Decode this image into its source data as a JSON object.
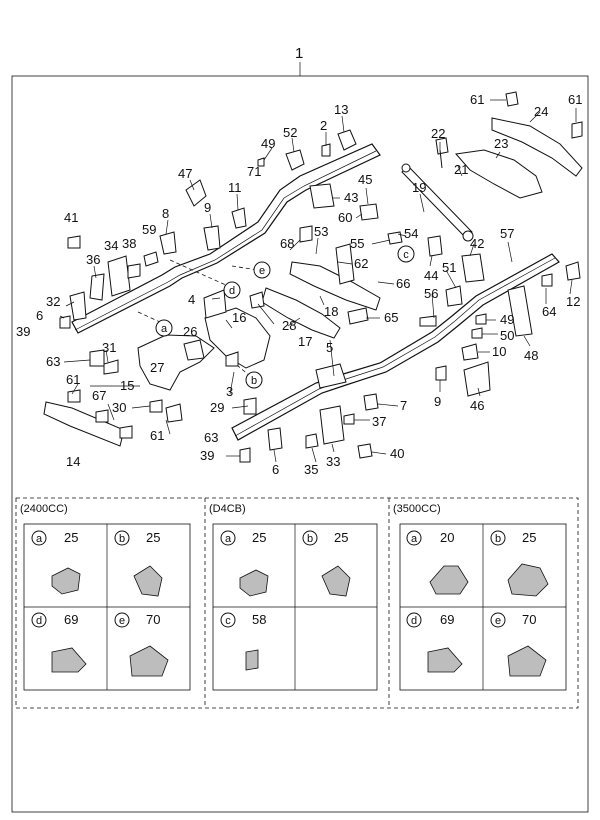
{
  "diagram": {
    "assembly_number": "1",
    "callouts": [
      {
        "id": "c1",
        "label": "13"
      },
      {
        "id": "c2",
        "label": "2"
      },
      {
        "id": "c3",
        "label": "52"
      },
      {
        "id": "c4",
        "label": "49"
      },
      {
        "id": "c5",
        "label": "71"
      },
      {
        "id": "c6",
        "label": "11"
      },
      {
        "id": "c7",
        "label": "47"
      },
      {
        "id": "c8",
        "label": "9"
      },
      {
        "id": "c9",
        "label": "8"
      },
      {
        "id": "c10",
        "label": "41"
      },
      {
        "id": "c11",
        "label": "59"
      },
      {
        "id": "c12",
        "label": "34"
      },
      {
        "id": "c13",
        "label": "38"
      },
      {
        "id": "c14",
        "label": "36"
      },
      {
        "id": "c15",
        "label": "32"
      },
      {
        "id": "c16",
        "label": "6"
      },
      {
        "id": "c17",
        "label": "39"
      },
      {
        "id": "c18",
        "label": "63"
      },
      {
        "id": "c19",
        "label": "31"
      },
      {
        "id": "c20",
        "label": "27"
      },
      {
        "id": "c21",
        "label": "26"
      },
      {
        "id": "c22",
        "label": "4"
      },
      {
        "id": "c23",
        "label": "16"
      },
      {
        "id": "c24",
        "label": "28"
      },
      {
        "id": "c25",
        "label": "15"
      },
      {
        "id": "c26",
        "label": "61"
      },
      {
        "id": "c27",
        "label": "67"
      },
      {
        "id": "c28",
        "label": "30"
      },
      {
        "id": "c29",
        "label": "61"
      },
      {
        "id": "c30",
        "label": "63"
      },
      {
        "id": "c31",
        "label": "14"
      },
      {
        "id": "c32",
        "label": "3"
      },
      {
        "id": "c33",
        "label": "29"
      },
      {
        "id": "c34",
        "label": "39"
      },
      {
        "id": "c35",
        "label": "6"
      },
      {
        "id": "c36",
        "label": "35"
      },
      {
        "id": "c37",
        "label": "33"
      },
      {
        "id": "c38",
        "label": "40"
      },
      {
        "id": "c39",
        "label": "37"
      },
      {
        "id": "c40",
        "label": "7"
      },
      {
        "id": "c41",
        "label": "5"
      },
      {
        "id": "c42",
        "label": "17"
      },
      {
        "id": "c43",
        "label": "18"
      },
      {
        "id": "c44",
        "label": "65"
      },
      {
        "id": "c45",
        "label": "62"
      },
      {
        "id": "c46",
        "label": "53"
      },
      {
        "id": "c47",
        "label": "68"
      },
      {
        "id": "c48",
        "label": "66"
      },
      {
        "id": "c49",
        "label": "43"
      },
      {
        "id": "c50",
        "label": "45"
      },
      {
        "id": "c51",
        "label": "60"
      },
      {
        "id": "c52",
        "label": "19"
      },
      {
        "id": "c53",
        "label": "55"
      },
      {
        "id": "c54",
        "label": "54"
      },
      {
        "id": "c55",
        "label": "44"
      },
      {
        "id": "c56",
        "label": "51"
      },
      {
        "id": "c57",
        "label": "56"
      },
      {
        "id": "c58",
        "label": "42"
      },
      {
        "id": "c59",
        "label": "57"
      },
      {
        "id": "c60",
        "label": "22"
      },
      {
        "id": "c61",
        "label": "21"
      },
      {
        "id": "c62",
        "label": "23"
      },
      {
        "id": "c63",
        "label": "61"
      },
      {
        "id": "c64",
        "label": "24"
      },
      {
        "id": "c65",
        "label": "61"
      },
      {
        "id": "c66",
        "label": "12"
      },
      {
        "id": "c67",
        "label": "64"
      },
      {
        "id": "c68",
        "label": "49"
      },
      {
        "id": "c69",
        "label": "50"
      },
      {
        "id": "c70",
        "label": "48"
      },
      {
        "id": "c71",
        "label": "10"
      },
      {
        "id": "c72",
        "label": "9"
      },
      {
        "id": "c73",
        "label": "46"
      }
    ],
    "ref_markers": [
      {
        "id": "ra",
        "letter": "a"
      },
      {
        "id": "rb",
        "letter": "b"
      },
      {
        "id": "rc",
        "letter": "c"
      },
      {
        "id": "rd",
        "letter": "d"
      },
      {
        "id": "re",
        "letter": "e"
      }
    ]
  },
  "variants": [
    {
      "title": "(2400CC)",
      "cells": [
        {
          "letter": "a",
          "part": "25"
        },
        {
          "letter": "b",
          "part": "25"
        },
        {
          "letter": "d",
          "part": "69"
        },
        {
          "letter": "e",
          "part": "70"
        }
      ]
    },
    {
      "title": "(D4CB)",
      "cells": [
        {
          "letter": "a",
          "part": "25"
        },
        {
          "letter": "b",
          "part": "25"
        },
        {
          "letter": "c",
          "part": "58"
        }
      ]
    },
    {
      "title": "(3500CC)",
      "cells": [
        {
          "letter": "a",
          "part": "20"
        },
        {
          "letter": "b",
          "part": "25"
        },
        {
          "letter": "d",
          "part": "69"
        },
        {
          "letter": "e",
          "part": "70"
        }
      ]
    }
  ]
}
